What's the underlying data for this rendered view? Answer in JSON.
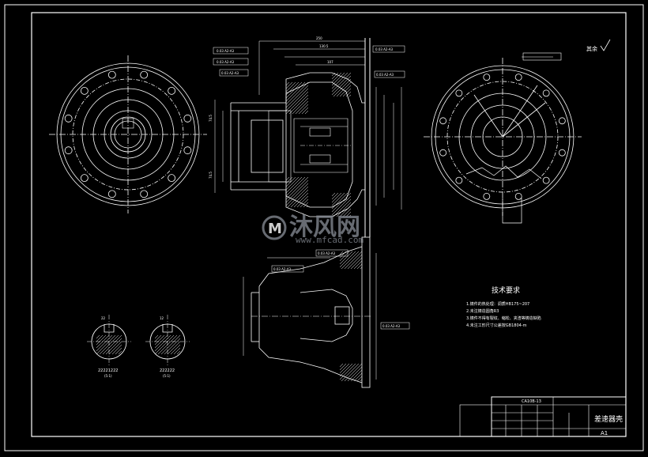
{
  "drawing": {
    "surface_roughness_note": "其余",
    "tech_requirements": {
      "title": "技术要求",
      "items": [
        "1.铸件的热处理：调质HB175~207",
        "2.未注铸造圆角R3",
        "3.铸件不得有裂纹、缩松、夹渣等铸造缺陷",
        "4.未注工形尺寸公差按GB1804-m"
      ]
    },
    "section_labels": [
      "22221222",
      "222222"
    ],
    "section_codes": [
      "(5:1)",
      "(5:1)"
    ],
    "title_block": {
      "part_name": "差速器壳",
      "scale": "A1",
      "drawing_code": "CA10B-13"
    },
    "tolerance_frames": [
      "0.03 A2-A3",
      "0.03 A2-A3",
      "0.03 A2-A3",
      "0.03 A2-A3",
      "0.03 A2-A3",
      "0.03 A2-A3",
      "0.03 A2-A3",
      "0.03 A2-A3"
    ],
    "dimensions": [
      "250",
      "130.5",
      "107",
      "74.5",
      "74.5",
      "22",
      "12"
    ]
  },
  "watermark": {
    "brand": "沐风网",
    "url": "www.mfcad.com",
    "logo_letter": "M"
  },
  "colors": {
    "background": "#000000",
    "lines": "#ffffff",
    "tolerance_text": "#ffffff",
    "watermark": "#8a8f98"
  }
}
